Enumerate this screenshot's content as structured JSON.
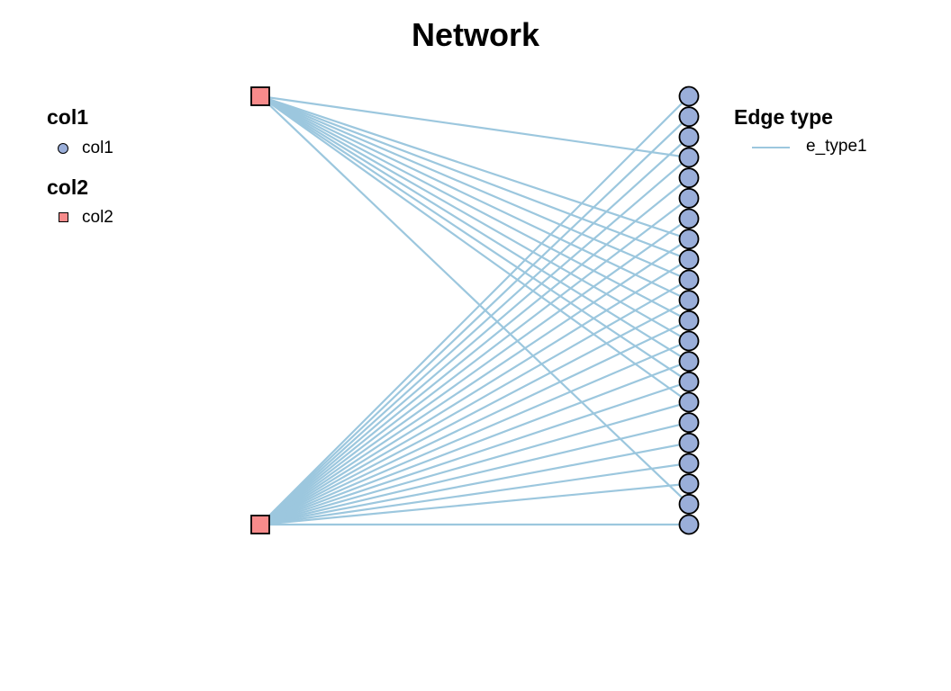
{
  "title": "Network",
  "legends": {
    "col1": {
      "title": "col1",
      "label": "col1",
      "fill": "#9AAED9"
    },
    "col2": {
      "title": "col2",
      "label": "col2",
      "fill": "#F78B8B"
    },
    "edge": {
      "title": "Edge type",
      "label": "e_type1",
      "color": "#9CC7DE"
    }
  },
  "network": {
    "layout": "bipartite",
    "left_group": "col2",
    "right_group": "col1",
    "left_node_count": 2,
    "right_node_count": 22,
    "edge_type": "e_type1",
    "edges_from_top_left": [
      4,
      8,
      9,
      10,
      11,
      12,
      13,
      14,
      15,
      16,
      21
    ],
    "edges_from_bottom_left": [
      1,
      2,
      3,
      4,
      5,
      6,
      7,
      8,
      9,
      10,
      11,
      12,
      13,
      14,
      15,
      16,
      17,
      18,
      19,
      20,
      22
    ]
  }
}
